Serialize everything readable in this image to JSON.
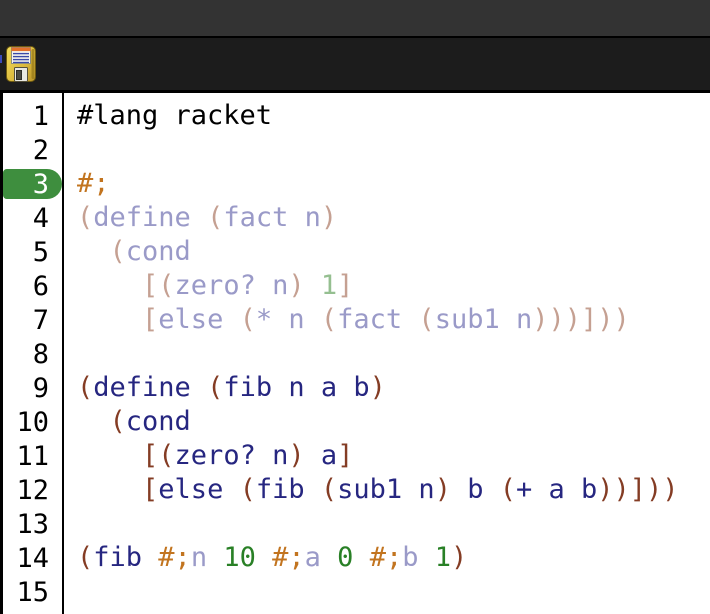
{
  "window": {
    "app": "racket-editor",
    "titlebar_color": "#333333",
    "toolbar_color": "#1c1c1c"
  },
  "toolbar": {
    "save_icon": "floppy-disk-icon",
    "icon_colors": {
      "body_light": "#f2de5c",
      "body_dark": "#bb952a",
      "body_edge": "#6e5a10",
      "label_bg": "#f6f6ee",
      "label_stripe": "#e2702a",
      "label_lines": "#3a4aa8",
      "shutter_bg": "#e9e9e2",
      "shutter_slot": "#4a4a42"
    }
  },
  "editor": {
    "active_line": 3,
    "line_count": 15,
    "colors": {
      "default": "#000000",
      "identifier": "#262680",
      "paren": "#843c24",
      "constant": "#298026",
      "comment": "#c2741f",
      "faded_identifier": "#9a9ac8",
      "faded_paren": "#c5a092",
      "faded_constant": "#95bf90",
      "active_line_badge": "#3e8e3e",
      "line_number": "#000000"
    },
    "lines": [
      {
        "n": 1,
        "tokens": [
          {
            "text": "#lang racket",
            "color": "default"
          }
        ]
      },
      {
        "n": 2,
        "tokens": []
      },
      {
        "n": 3,
        "active": true,
        "tokens": [
          {
            "text": "#;",
            "color": "comment"
          }
        ]
      },
      {
        "n": 4,
        "tokens": [
          {
            "text": "(",
            "color": "faded_paren"
          },
          {
            "text": "define ",
            "color": "faded_identifier"
          },
          {
            "text": "(",
            "color": "faded_paren"
          },
          {
            "text": "fact n",
            "color": "faded_identifier"
          },
          {
            "text": ")",
            "color": "faded_paren"
          }
        ]
      },
      {
        "n": 5,
        "tokens": [
          {
            "text": "  ",
            "color": "default"
          },
          {
            "text": "(",
            "color": "faded_paren"
          },
          {
            "text": "cond",
            "color": "faded_identifier"
          }
        ]
      },
      {
        "n": 6,
        "tokens": [
          {
            "text": "    ",
            "color": "default"
          },
          {
            "text": "[(",
            "color": "faded_paren"
          },
          {
            "text": "zero? n",
            "color": "faded_identifier"
          },
          {
            "text": ")",
            "color": "faded_paren"
          },
          {
            "text": " ",
            "color": "default"
          },
          {
            "text": "1",
            "color": "faded_constant"
          },
          {
            "text": "]",
            "color": "faded_paren"
          }
        ]
      },
      {
        "n": 7,
        "tokens": [
          {
            "text": "    ",
            "color": "default"
          },
          {
            "text": "[",
            "color": "faded_paren"
          },
          {
            "text": "else ",
            "color": "faded_identifier"
          },
          {
            "text": "(",
            "color": "faded_paren"
          },
          {
            "text": "* n ",
            "color": "faded_identifier"
          },
          {
            "text": "(",
            "color": "faded_paren"
          },
          {
            "text": "fact ",
            "color": "faded_identifier"
          },
          {
            "text": "(",
            "color": "faded_paren"
          },
          {
            "text": "sub1 n",
            "color": "faded_identifier"
          },
          {
            "text": ")))]))",
            "color": "faded_paren"
          }
        ]
      },
      {
        "n": 8,
        "tokens": []
      },
      {
        "n": 9,
        "tokens": [
          {
            "text": "(",
            "color": "paren"
          },
          {
            "text": "define ",
            "color": "identifier"
          },
          {
            "text": "(",
            "color": "paren"
          },
          {
            "text": "fib n a b",
            "color": "identifier"
          },
          {
            "text": ")",
            "color": "paren"
          }
        ]
      },
      {
        "n": 10,
        "tokens": [
          {
            "text": "  ",
            "color": "default"
          },
          {
            "text": "(",
            "color": "paren"
          },
          {
            "text": "cond",
            "color": "identifier"
          }
        ]
      },
      {
        "n": 11,
        "tokens": [
          {
            "text": "    ",
            "color": "default"
          },
          {
            "text": "[(",
            "color": "paren"
          },
          {
            "text": "zero? n",
            "color": "identifier"
          },
          {
            "text": ")",
            "color": "paren"
          },
          {
            "text": " ",
            "color": "default"
          },
          {
            "text": "a",
            "color": "identifier"
          },
          {
            "text": "]",
            "color": "paren"
          }
        ]
      },
      {
        "n": 12,
        "tokens": [
          {
            "text": "    ",
            "color": "default"
          },
          {
            "text": "[",
            "color": "paren"
          },
          {
            "text": "else ",
            "color": "identifier"
          },
          {
            "text": "(",
            "color": "paren"
          },
          {
            "text": "fib ",
            "color": "identifier"
          },
          {
            "text": "(",
            "color": "paren"
          },
          {
            "text": "sub1 n",
            "color": "identifier"
          },
          {
            "text": ")",
            "color": "paren"
          },
          {
            "text": " b ",
            "color": "identifier"
          },
          {
            "text": "(",
            "color": "paren"
          },
          {
            "text": "+ a b",
            "color": "identifier"
          },
          {
            "text": "))]))",
            "color": "paren"
          }
        ]
      },
      {
        "n": 13,
        "tokens": []
      },
      {
        "n": 14,
        "tokens": [
          {
            "text": "(",
            "color": "paren"
          },
          {
            "text": "fib ",
            "color": "identifier"
          },
          {
            "text": "#;",
            "color": "comment"
          },
          {
            "text": "n",
            "color": "faded_identifier"
          },
          {
            "text": " ",
            "color": "default"
          },
          {
            "text": "10",
            "color": "constant"
          },
          {
            "text": " ",
            "color": "default"
          },
          {
            "text": "#;",
            "color": "comment"
          },
          {
            "text": "a",
            "color": "faded_identifier"
          },
          {
            "text": " ",
            "color": "default"
          },
          {
            "text": "0",
            "color": "constant"
          },
          {
            "text": " ",
            "color": "default"
          },
          {
            "text": "#;",
            "color": "comment"
          },
          {
            "text": "b",
            "color": "faded_identifier"
          },
          {
            "text": " ",
            "color": "default"
          },
          {
            "text": "1",
            "color": "constant"
          },
          {
            "text": ")",
            "color": "paren"
          }
        ]
      },
      {
        "n": 15,
        "tokens": []
      }
    ]
  }
}
